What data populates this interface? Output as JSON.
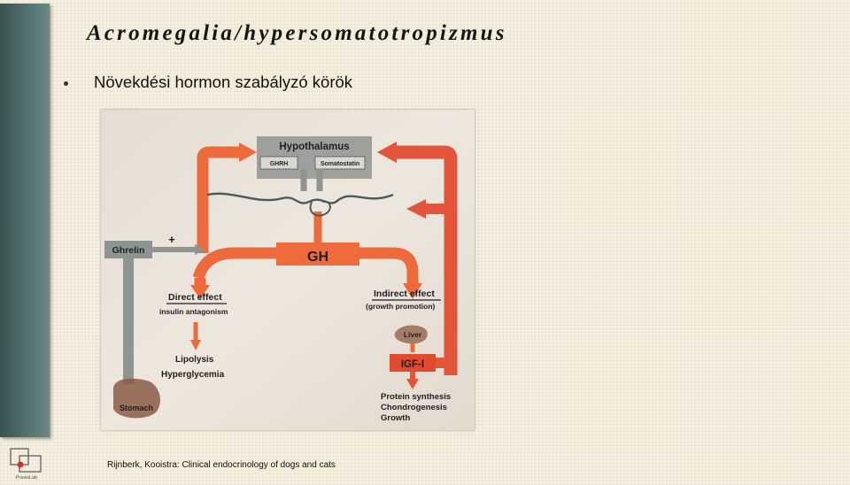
{
  "slide": {
    "title": "Acromegalia/hypersomatotropizmus",
    "bullet": "Növekdési hormon szabályzó körök",
    "citation": "Rijnberk, Kooistra: Clinical endocrinology of dogs and cats",
    "logo_text": "PraxisLab"
  },
  "diagram": {
    "hypothalamus": "Hypothalamus",
    "ghrh": "GHRH",
    "somatostatin": "Somatostatin",
    "ghrelin": "Ghrelin",
    "plus_sign": "+",
    "gh": "GH",
    "direct_effect": "Direct effect",
    "insulin_antagonism": "insulin antagonism",
    "lipolysis": "Lipolysis",
    "hyperglycemia": "Hyperglycemia",
    "indirect_effect": "Indirect effect",
    "growth_promotion": "(growth promotion)",
    "liver": "Liver",
    "igf": "IGF-I",
    "protein_synthesis": "Protein synthesis",
    "chondrogenesis": "Chondrogenesis",
    "growth": "Growth",
    "stomach": "Stomach"
  },
  "colors": {
    "sidebar": "#4a6664",
    "arrow_orange": "#ec6a3c",
    "arrow_red": "#e04a32",
    "gray_box": "#8e9390",
    "photo_background": "#eae2d6"
  }
}
